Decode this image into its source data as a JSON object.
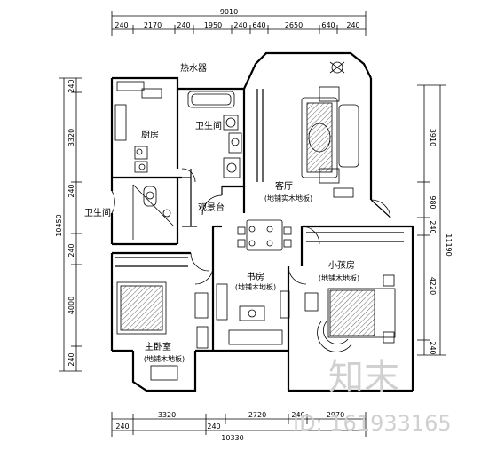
{
  "dimensions": {
    "top_total": "9010",
    "top_segments": [
      "240",
      "2170",
      "240",
      "1950",
      "240",
      "640",
      "2650",
      "640",
      "240"
    ],
    "bottom_segments": [
      "3320",
      "2720",
      "240",
      "2970"
    ],
    "bottom_edge_labels": [
      "240",
      "240"
    ],
    "bottom_total": "10330",
    "left_total": "10450",
    "left_segments": [
      "240",
      "3320",
      "240",
      "240",
      "4000",
      "240"
    ],
    "right_segments": [
      "3910",
      "980",
      "240",
      "4220",
      "240"
    ],
    "right_total": "11190"
  },
  "rooms": {
    "water_heater": "热水器",
    "kitchen": "厨房",
    "bathroom_upper": "卫生间",
    "bathroom_left": "卫生间",
    "living": "客厅",
    "living_floor": "(地铺实木地板)",
    "balcony": "观景台",
    "study": "书房",
    "study_floor": "(地铺木地板)",
    "kids": "小孩房",
    "kids_floor": "(地铺木地板)",
    "master": "主卧室",
    "master_floor": "(地铺木地板)"
  },
  "watermark": {
    "logo": "知末",
    "id_text": "ID: 161933165"
  }
}
